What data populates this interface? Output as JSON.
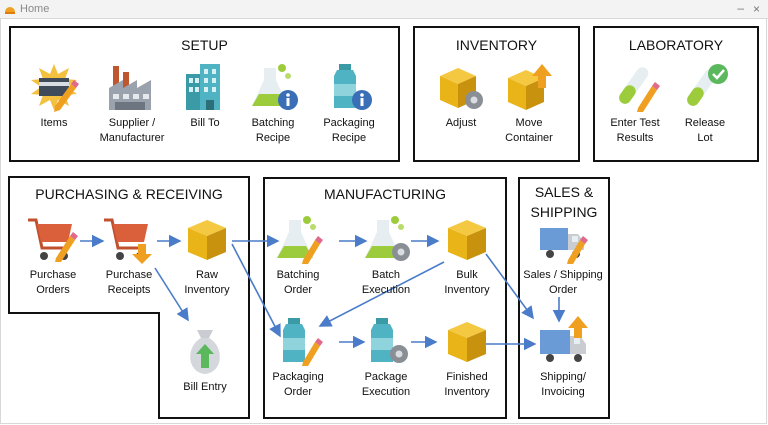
{
  "window": {
    "title": "Home",
    "minimize": "–",
    "close": "×"
  },
  "sections": {
    "setup": "SETUP",
    "inventory": "INVENTORY",
    "laboratory": "LABORATORY",
    "purchasing": "PURCHASING & RECEIVING",
    "manufacturing": "MANUFACTURING",
    "sales_line1": "SALES &",
    "sales_line2": "SHIPPING"
  },
  "items": {
    "items": [
      "Items"
    ],
    "supplier": [
      "Supplier /",
      "Manufacturer"
    ],
    "bill_to": [
      "Bill To"
    ],
    "batching_recipe": [
      "Batching",
      "Recipe"
    ],
    "packaging_recipe": [
      "Packaging",
      "Recipe"
    ],
    "adjust": [
      "Adjust"
    ],
    "move_container": [
      "Move",
      "Container"
    ],
    "enter_test_results": [
      "Enter Test",
      "Results"
    ],
    "release_lot": [
      "Release",
      "Lot"
    ],
    "purchase_orders": [
      "Purchase",
      "Orders"
    ],
    "purchase_receipts": [
      "Purchase",
      "Receipts"
    ],
    "raw_inventory": [
      "Raw",
      "Inventory"
    ],
    "bill_entry": [
      "Bill Entry"
    ],
    "batching_order": [
      "Batching",
      "Order"
    ],
    "batch_execution": [
      "Batch",
      "Execution"
    ],
    "bulk_inventory": [
      "Bulk",
      "Inventory"
    ],
    "packaging_order": [
      "Packaging",
      "Order"
    ],
    "package_execution": [
      "Package",
      "Execution"
    ],
    "finished_inventory": [
      "Finished",
      "Inventory"
    ],
    "sales_shipping_order": [
      "Sales / Shipping",
      "Order"
    ],
    "shipping_invoicing": [
      "Shipping/",
      "Invoicing"
    ]
  },
  "colors": {
    "arrow": "#4a7cc9",
    "border": "#111111",
    "cart": "#d9603b",
    "box": "#e8b418",
    "flask": "#9ccc3c",
    "bottle": "#4fb3c4",
    "truck": "#6b9bd6",
    "accent_orange": "#f0a020"
  }
}
